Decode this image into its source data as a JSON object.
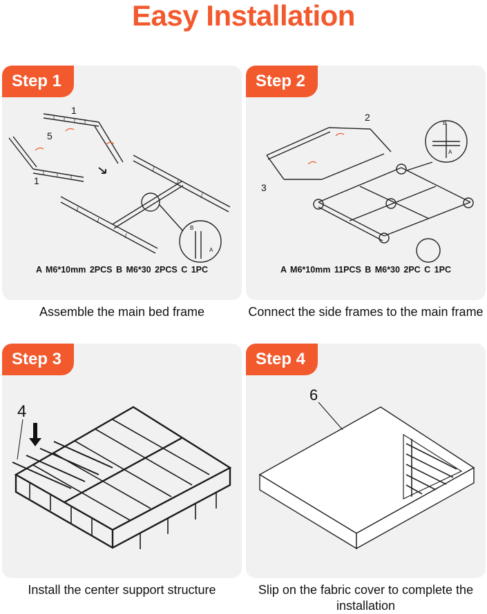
{
  "page_title": "Easy Installation",
  "steps": [
    {
      "badge": "Step 1",
      "parts": "A M6*10mm  2PCS     B M6*30  2PCS     C  1PC",
      "caption": "Assemble the main bed frame",
      "callouts": [
        "1",
        "5",
        "1"
      ],
      "hardware_labels": [
        "B",
        "A"
      ]
    },
    {
      "badge": "Step 2",
      "parts": "A M6*10mm  11PCS     B M6*30  2PC  C  1PC",
      "caption": "Connect the side frames to the main frame",
      "callouts": [
        "2",
        "3"
      ],
      "hardware_labels": [
        "B",
        "A"
      ]
    },
    {
      "badge": "Step 3",
      "caption": "Install the center support structure",
      "callouts": [
        "4"
      ]
    },
    {
      "badge": "Step 4",
      "caption": "Slip on the fabric cover to complete the installation",
      "callouts": [
        "6"
      ]
    }
  ],
  "colors": {
    "accent": "#f25a2e",
    "card_bg": "#f1f1f1",
    "text": "#111111"
  }
}
